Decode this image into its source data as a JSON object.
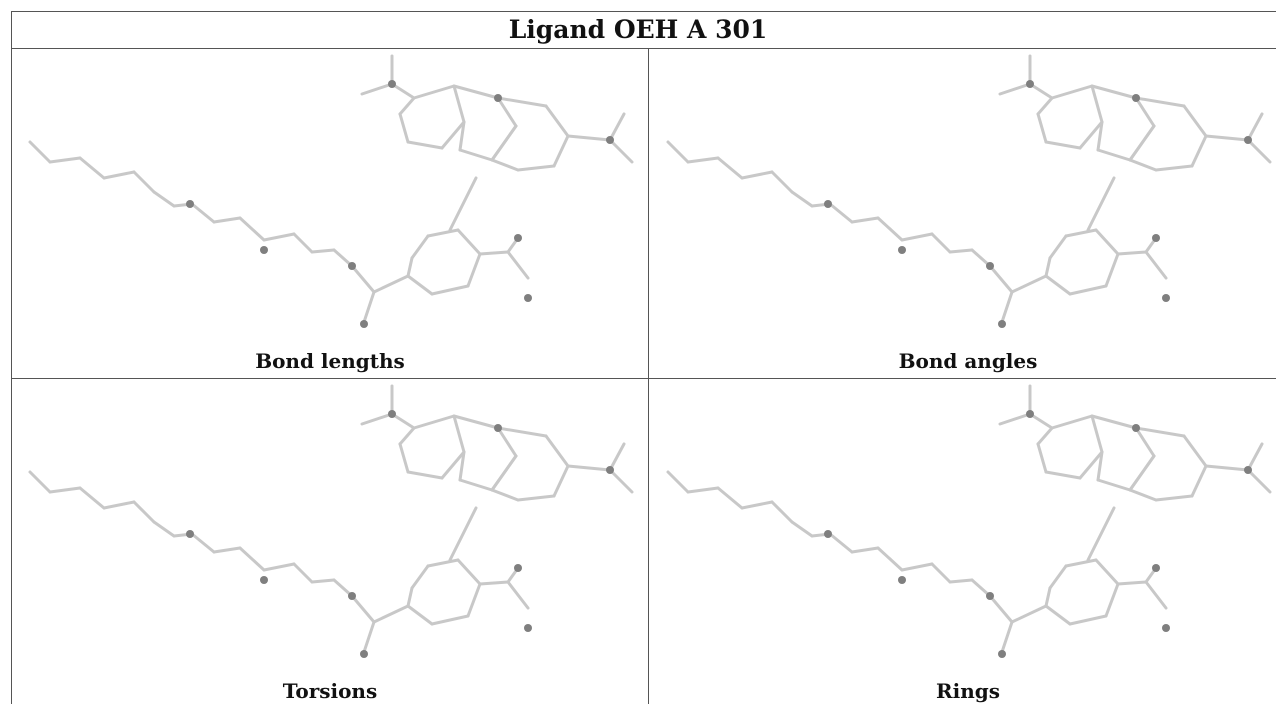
{
  "title": "Ligand OEH A 301",
  "panels": [
    {
      "caption": "Bond lengths"
    },
    {
      "caption": "Bond angles"
    },
    {
      "caption": "Torsions"
    },
    {
      "caption": "Rings"
    }
  ],
  "colors": {
    "bond": "#c8c8c8",
    "atom": "#7f7f7f",
    "border": "#555555"
  }
}
